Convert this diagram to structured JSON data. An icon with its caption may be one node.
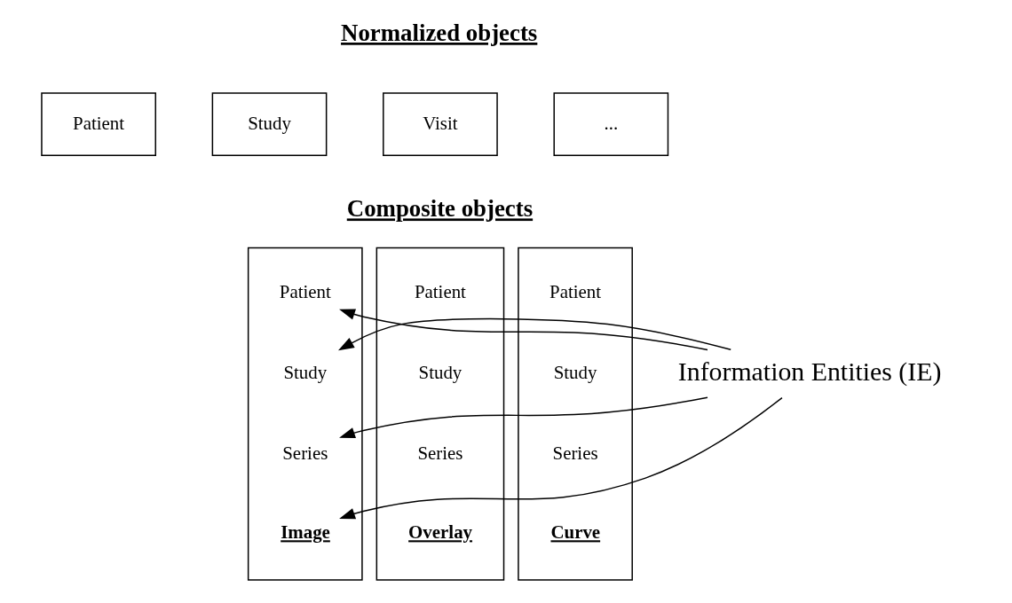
{
  "diagram": {
    "nodes": [
      {
        "text": [
          "Patient"
        ]
      },
      {
        "text": [
          "Study"
        ]
      },
      {
        "text": [
          "Visit"
        ]
      },
      {
        "text": [
          "..."
        ]
      },
      {
        "text": [
          "Information Entities (IE)"
        ]
      },
      {
        "text": [],
        "shape": "box"
      },
      {
        "text": [
          "Patient"
        ],
        "in": 5
      },
      {
        "text": [
          "Study"
        ],
        "in": 5
      },
      {
        "text": [
          "Series"
        ],
        "in": 5
      },
      {
        "text": [
          "Image"
        ],
        "in": 5
      },
      {
        "text": [],
        "shape": "box"
      },
      {
        "text": [
          "Patient"
        ],
        "in": 10
      },
      {
        "text": [
          "Study"
        ],
        "in": 10
      },
      {
        "text": [
          "Series"
        ],
        "in": 10
      },
      {
        "text": [
          "Overlay"
        ],
        "in": 10
      },
      {
        "text": [],
        "shape": "box"
      },
      {
        "text": [
          "Patient"
        ],
        "in": 15
      },
      {
        "text": [
          "Study"
        ],
        "in": 15
      },
      {
        "text": [
          "Series"
        ],
        "in": 15
      },
      {
        "text": [
          "Curve"
        ],
        "in": 15
      }
    ],
    "edges": [
      {
        "from": 4,
        "to": 6,
        "arrow": "to"
      },
      {
        "from": 4,
        "to": 7,
        "arrow": "to"
      },
      {
        "from": 4,
        "to": 8,
        "arrow": "to"
      },
      {
        "from": 4,
        "to": 9,
        "arrow": "to"
      }
    ],
    "labels": [
      "Normalized objects",
      "Composite objects"
    ]
  }
}
